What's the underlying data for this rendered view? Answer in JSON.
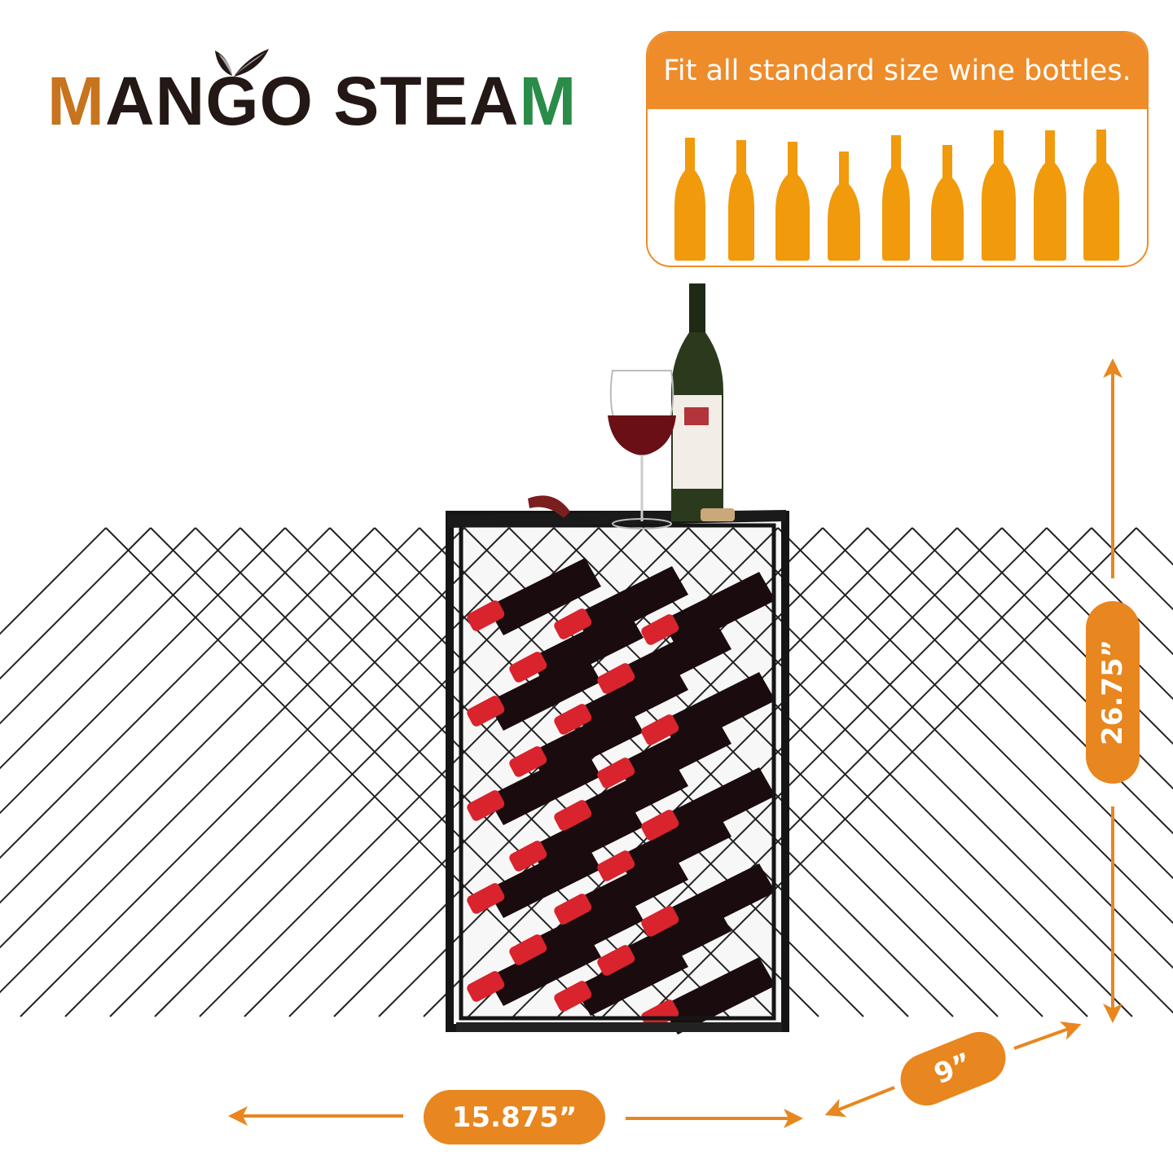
{
  "brand": {
    "logo_text": "MANGO STEAM",
    "first_letter_color": "#c8731d",
    "last_letter_color": "#2a8c48",
    "text_color": "#231815"
  },
  "callout": {
    "title": "Fit all standard size wine bottles.",
    "bottle_count": 9,
    "accent": "#ef8c2a",
    "bottle_color": "#f09a0c"
  },
  "dimensions": {
    "height": "26.75”",
    "width": "15.875”",
    "depth": "9”",
    "color": "#e8861f"
  },
  "product": {
    "bottles_in_rack": 23,
    "cap_color": "#d9232d"
  }
}
